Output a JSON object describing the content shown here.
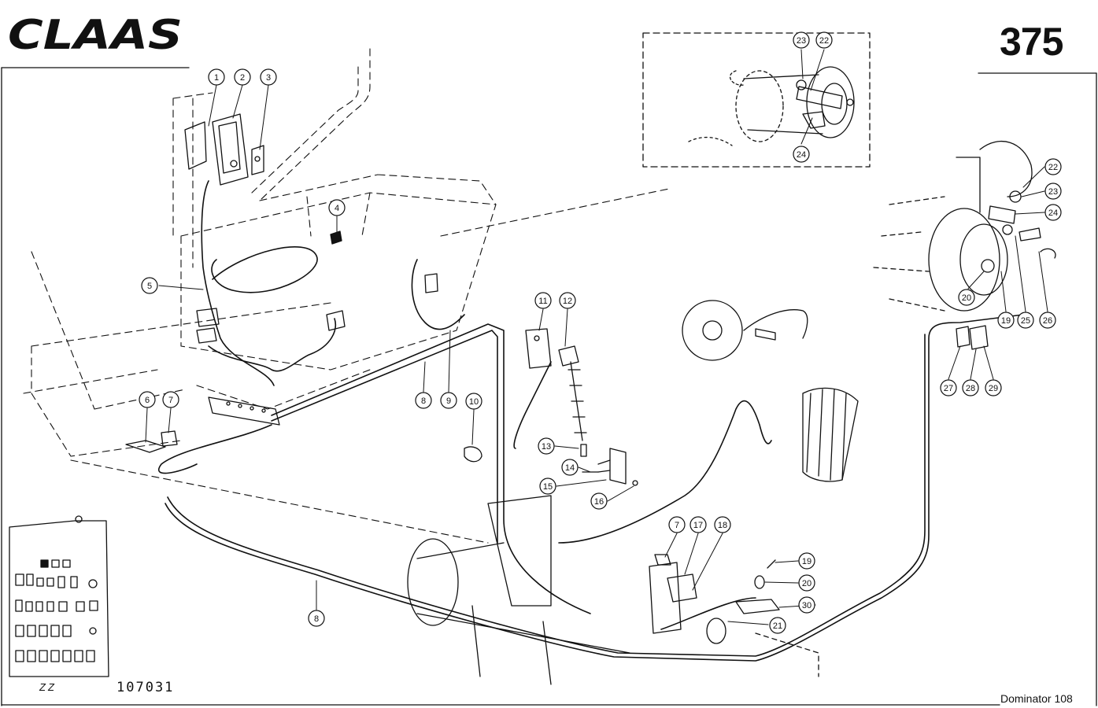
{
  "header": {
    "brand": "CLAAS",
    "page_number": "375"
  },
  "footer": {
    "code": "ZZ",
    "drawing_number": "107031",
    "model": "Dominator 108"
  },
  "callouts": [
    "1",
    "2",
    "3",
    "4",
    "5",
    "6",
    "7",
    "8",
    "9",
    "10",
    "11",
    "12",
    "13",
    "14",
    "15",
    "16",
    "17",
    "18",
    "19",
    "20",
    "21",
    "22",
    "23",
    "24",
    "25",
    "26",
    "27",
    "28",
    "29",
    "30"
  ],
  "colors": {
    "ink": "#111111",
    "paper": "#ffffff"
  }
}
